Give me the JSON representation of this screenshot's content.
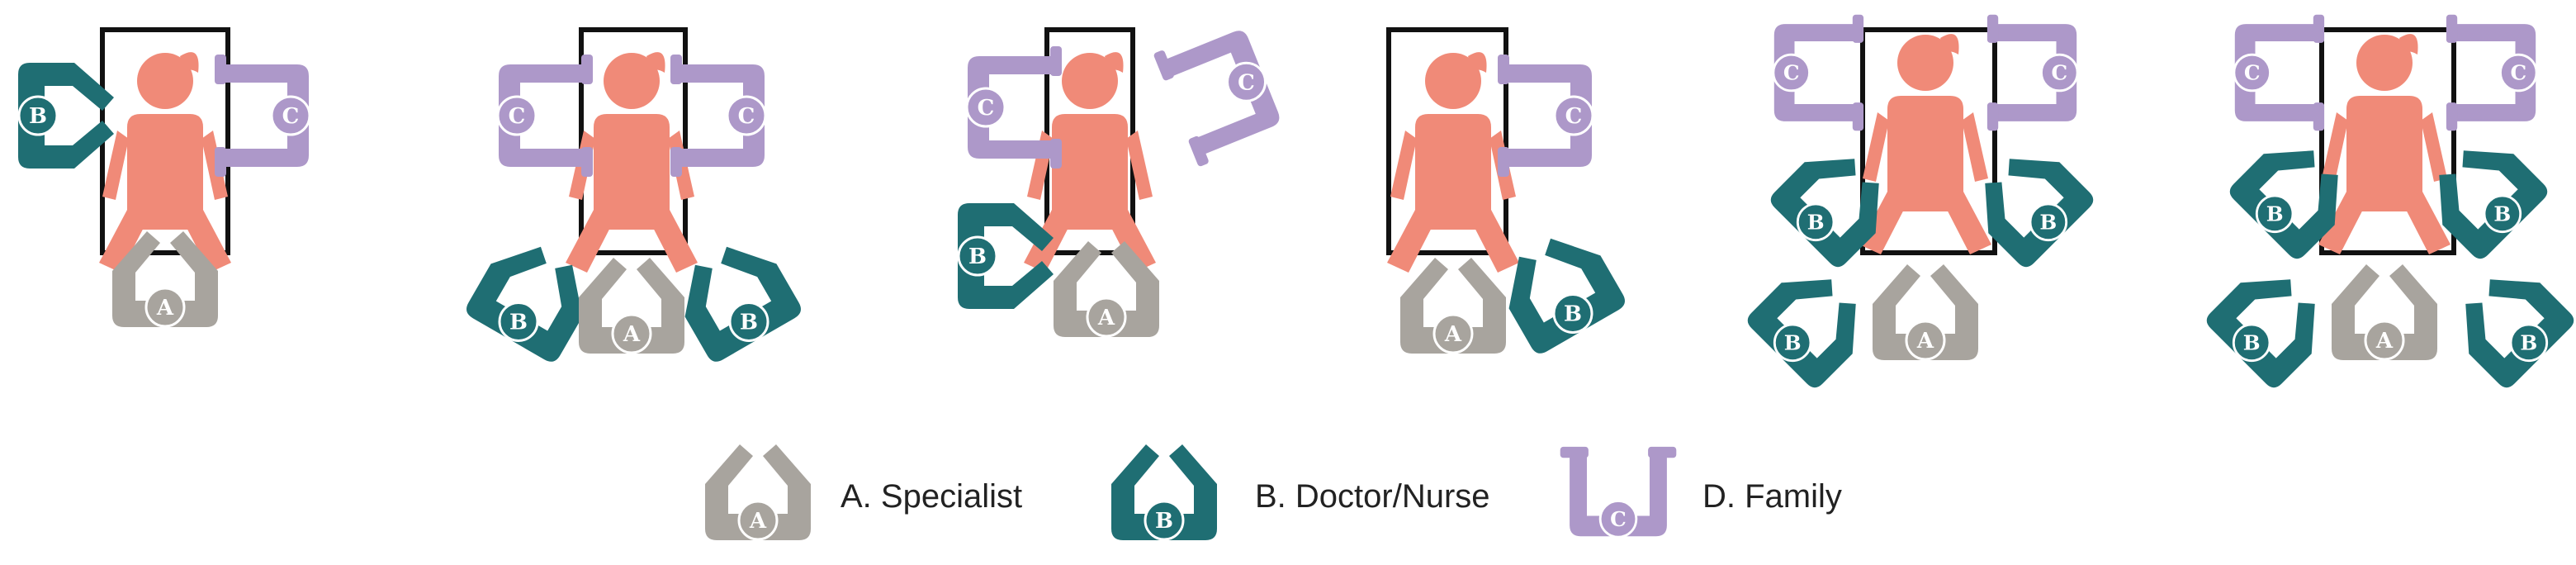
{
  "colors": {
    "specialist": "#a8a49e",
    "doctor": "#1f6e73",
    "family": "#ad98c9",
    "patient": "#f08a78",
    "bed": "#111111"
  },
  "legend": [
    {
      "letter": "A",
      "label": "A. Specialist",
      "role": "specialist",
      "icon": "specialist-icon"
    },
    {
      "letter": "B",
      "label": "B. Doctor/Nurse",
      "role": "doctor",
      "icon": "doctor-nurse-icon"
    },
    {
      "letter": "C",
      "label": "D. Family",
      "role": "family",
      "icon": "family-icon"
    }
  ],
  "scenes": [
    {
      "people": [
        {
          "role": "doctor",
          "letter": "B",
          "count": 1
        },
        {
          "role": "family",
          "letter": "C",
          "count": 1
        },
        {
          "role": "specialist",
          "letter": "A",
          "count": 1
        }
      ]
    },
    {
      "people": [
        {
          "role": "family",
          "letter": "C",
          "count": 2
        },
        {
          "role": "doctor",
          "letter": "B",
          "count": 2
        },
        {
          "role": "specialist",
          "letter": "A",
          "count": 1
        }
      ]
    },
    {
      "people": [
        {
          "role": "family",
          "letter": "C",
          "count": 2
        },
        {
          "role": "doctor",
          "letter": "B",
          "count": 1
        },
        {
          "role": "specialist",
          "letter": "A",
          "count": 1
        }
      ]
    },
    {
      "people": [
        {
          "role": "family",
          "letter": "C",
          "count": 1
        },
        {
          "role": "doctor",
          "letter": "B",
          "count": 1
        },
        {
          "role": "specialist",
          "letter": "A",
          "count": 1
        }
      ]
    },
    {
      "people": [
        {
          "role": "family",
          "letter": "C",
          "count": 2
        },
        {
          "role": "doctor",
          "letter": "B",
          "count": 3
        },
        {
          "role": "specialist",
          "letter": "A",
          "count": 1
        }
      ]
    },
    {
      "people": [
        {
          "role": "family",
          "letter": "C",
          "count": 2
        },
        {
          "role": "doctor",
          "letter": "B",
          "count": 4
        },
        {
          "role": "specialist",
          "letter": "A",
          "count": 1
        }
      ]
    }
  ]
}
